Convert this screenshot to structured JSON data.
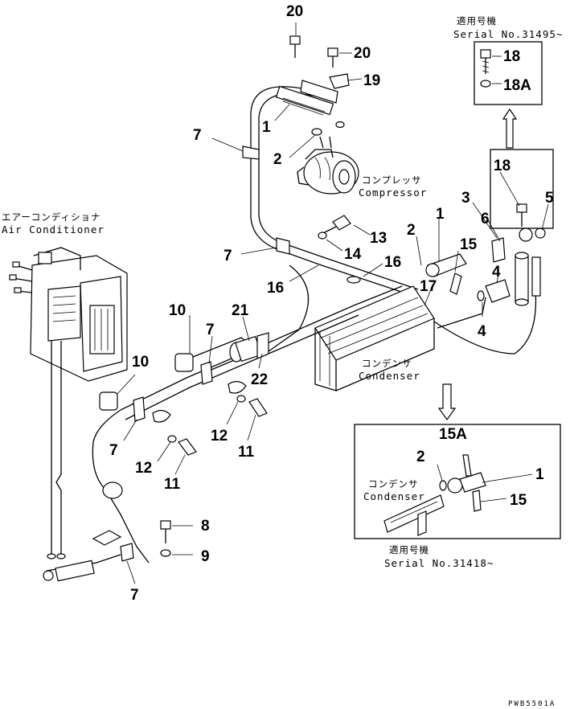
{
  "labels": {
    "c20a": "20",
    "c20b": "20",
    "c19": "19",
    "c7a": "7",
    "c1a": "1",
    "c2a": "2",
    "c13": "13",
    "c14": "14",
    "c7b": "7",
    "c16a": "16",
    "c16b": "16",
    "c2b": "2",
    "c1b": "1",
    "c15a": "15",
    "c17": "17",
    "c3": "3",
    "c6": "6",
    "c5": "5",
    "c4a": "4",
    "c4b": "4",
    "c18a": "18",
    "c18b": "18",
    "c18A": "18A",
    "c10a": "10",
    "c10b": "10",
    "c7c": "7",
    "c21": "21",
    "c22": "22",
    "c12a": "12",
    "c11a": "11",
    "c12b": "12",
    "c11b": "11",
    "c7d": "7",
    "c8": "8",
    "c9": "9",
    "c7e": "7",
    "c15A": "15A",
    "c2c": "2",
    "c1c": "1",
    "c15b": "15"
  },
  "texts": {
    "serial_top_jp": "適用号機",
    "serial_top_en": "Serial No.31495~",
    "serial_bot_jp": "適用号機",
    "serial_bot_en": "Serial No.31418~",
    "compressor_jp": "コンプレッサ",
    "compressor_en": "Compressor",
    "aircon_jp": "エアーコンディショナ",
    "aircon_en": "Air Conditioner",
    "condenser_jp": "コンデンサ",
    "condenser_en": "Condenser",
    "condenser2_jp": "コンデンサ",
    "condenser2_en": "Condenser",
    "drawing_id": "PWB5501A"
  }
}
